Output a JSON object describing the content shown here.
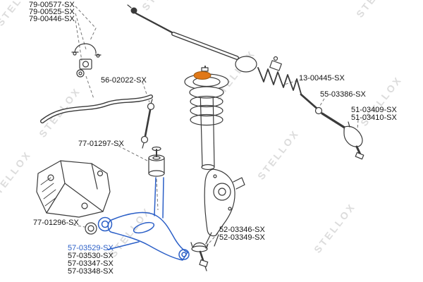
{
  "watermark": {
    "text": "STELLOX"
  },
  "colors": {
    "highlight": "#2b5fc7",
    "line": "#3a3a3a",
    "watermark": "#dcdcdc",
    "spring-seat": "#e07818"
  },
  "part_labels": [
    {
      "text": "79-00577-SX",
      "highlighted": false
    },
    {
      "text": "79-00525-SX",
      "highlighted": false
    },
    {
      "text": "79-00446-SX",
      "highlighted": false
    },
    {
      "text": "56-02022-SX",
      "highlighted": false
    },
    {
      "text": "13-00445-SX",
      "highlighted": false
    },
    {
      "text": "55-03386-SX",
      "highlighted": false
    },
    {
      "text": "51-03409-SX",
      "highlighted": false
    },
    {
      "text": "51-03410-SX",
      "highlighted": false
    },
    {
      "text": "77-01297-SX",
      "highlighted": false
    },
    {
      "text": "77-01296-SX",
      "highlighted": false
    },
    {
      "text": "52-03346-SX",
      "highlighted": false
    },
    {
      "text": "52-03349-SX",
      "highlighted": false
    },
    {
      "text": "57-03529-SX",
      "highlighted": true
    },
    {
      "text": "57-03530-SX",
      "highlighted": false
    },
    {
      "text": "57-03347-SX",
      "highlighted": false
    },
    {
      "text": "57-03348-SX",
      "highlighted": false
    }
  ]
}
